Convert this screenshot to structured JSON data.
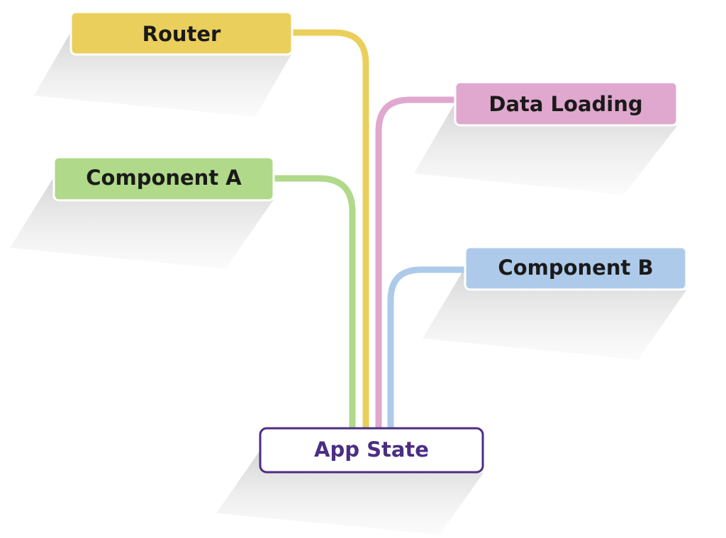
{
  "diagram": {
    "nodes": [
      {
        "id": "router",
        "label": "Router",
        "fill": "#ebcf5c",
        "text_color": "#1a1a1a"
      },
      {
        "id": "data-loading",
        "label": "Data Loading",
        "fill": "#e0a8ce",
        "text_color": "#1a1a1a"
      },
      {
        "id": "component-a",
        "label": "Component A",
        "fill": "#b0d98a",
        "text_color": "#1a1a1a"
      },
      {
        "id": "component-b",
        "label": "Component B",
        "fill": "#aecaea",
        "text_color": "#1a1a1a"
      },
      {
        "id": "app-state",
        "label": "App State",
        "fill": "#ffffff",
        "stroke": "#4b2e83",
        "text_color": "#4b2e83"
      }
    ],
    "edges": [
      {
        "from": "router",
        "to": "app-state",
        "color": "#ebcf5c"
      },
      {
        "from": "data-loading",
        "to": "app-state",
        "color": "#e0a8ce"
      },
      {
        "from": "component-a",
        "to": "app-state",
        "color": "#b0d98a"
      },
      {
        "from": "component-b",
        "to": "app-state",
        "color": "#aecaea"
      }
    ]
  }
}
